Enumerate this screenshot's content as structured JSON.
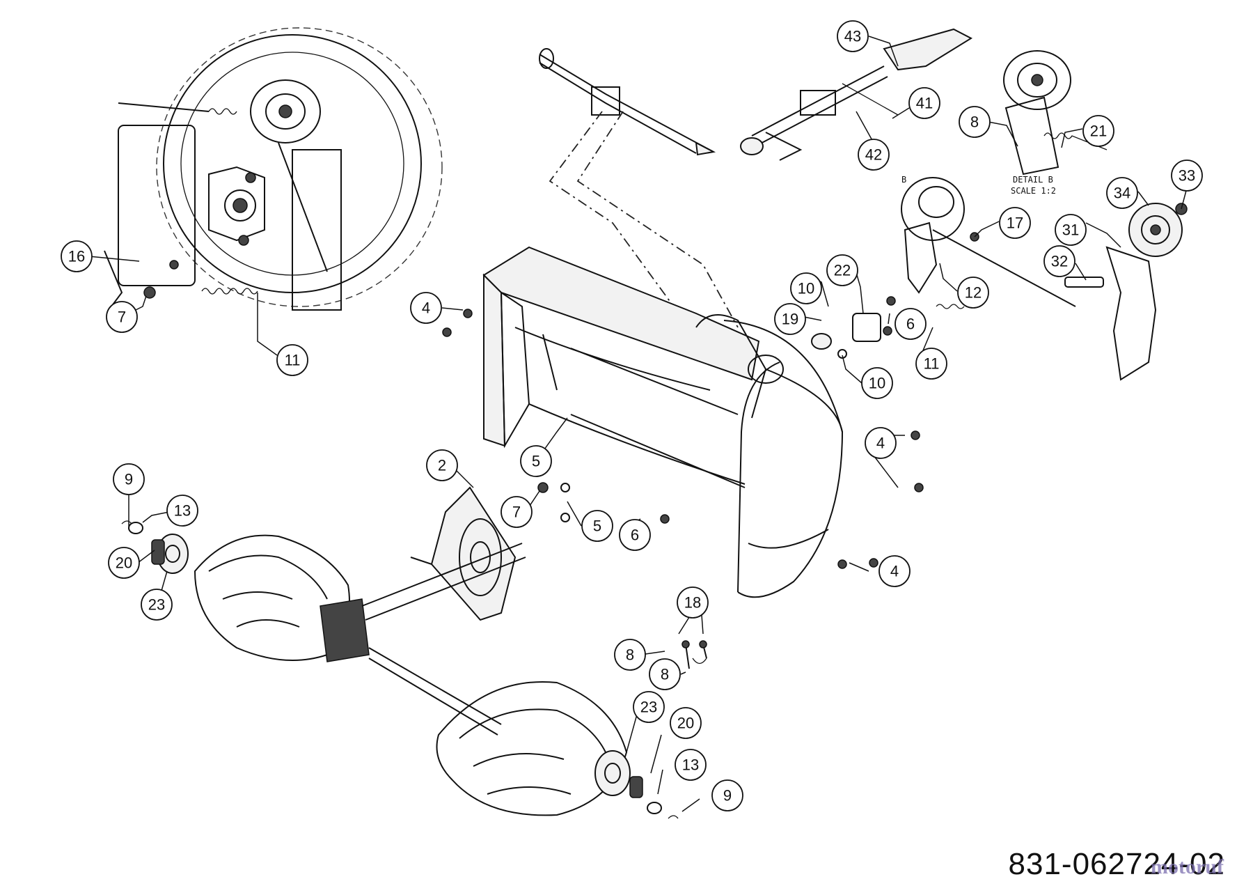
{
  "drawing_number": "831-062724-02",
  "watermark": "motoruf",
  "detail_label": "DETAIL B",
  "scale_label": "SCALE 1:2",
  "detail_marker": "B",
  "callouts": [
    {
      "id": "43"
    },
    {
      "id": "41"
    },
    {
      "id": "42"
    },
    {
      "id": "8"
    },
    {
      "id": "21"
    },
    {
      "id": "33"
    },
    {
      "id": "34"
    },
    {
      "id": "31"
    },
    {
      "id": "32"
    },
    {
      "id": "17"
    },
    {
      "id": "12"
    },
    {
      "id": "22"
    },
    {
      "id": "10"
    },
    {
      "id": "19"
    },
    {
      "id": "6"
    },
    {
      "id": "10"
    },
    {
      "id": "11"
    },
    {
      "id": "16"
    },
    {
      "id": "7"
    },
    {
      "id": "11"
    },
    {
      "id": "4"
    },
    {
      "id": "5"
    },
    {
      "id": "4"
    },
    {
      "id": "2"
    },
    {
      "id": "7"
    },
    {
      "id": "5"
    },
    {
      "id": "6"
    },
    {
      "id": "4"
    },
    {
      "id": "9"
    },
    {
      "id": "13"
    },
    {
      "id": "20"
    },
    {
      "id": "23"
    },
    {
      "id": "18"
    },
    {
      "id": "8"
    },
    {
      "id": "8"
    },
    {
      "id": "23"
    },
    {
      "id": "20"
    },
    {
      "id": "13"
    },
    {
      "id": "9"
    }
  ]
}
